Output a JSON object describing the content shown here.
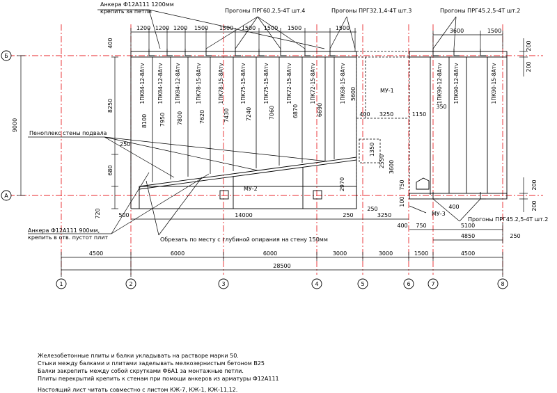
{
  "axes": {
    "columns": [
      "1",
      "2",
      "3",
      "4",
      "5",
      "6",
      "7",
      "8"
    ],
    "rows": [
      "Б",
      "А"
    ]
  },
  "dimensions": {
    "bottom_spans": [
      "4500",
      "6000",
      "6000",
      "3000",
      "3000",
      "1500",
      "4500"
    ],
    "total_length": "28500",
    "top_spacings": [
      "1200",
      "1200",
      "1200",
      "1500",
      "1500",
      "1500",
      "1500",
      "1500",
      "1500"
    ],
    "top_right": [
      "3600",
      "1500"
    ],
    "left_heights": [
      "9000",
      "8250",
      "680",
      "720",
      "400",
      "250"
    ],
    "plate_lengths": [
      "8100",
      "7950",
      "7800",
      "7620",
      "7430",
      "7240",
      "7060",
      "6870",
      "6690"
    ],
    "right_side": [
      "200",
      "200",
      "200",
      "200"
    ],
    "misc": [
      "5600",
      "3250",
      "1150",
      "400",
      "350",
      "1350",
      "2550",
      "3600",
      "750",
      "100",
      "250",
      "500",
      "14000",
      "250",
      "3250",
      "400",
      "750",
      "5100",
      "4850",
      "250",
      "2970",
      "400"
    ]
  },
  "slabs": [
    "1ПК84-12-8Атv",
    "1ПК84-12-8Атv",
    "1ПК84-12-8Атv",
    "1ПК78-15-8Атv",
    "1ПК78-15-8Атv",
    "1ПК75-15-8Атv",
    "1ПК75-15-8Атv",
    "1ПК72-15-8Атv",
    "1ПК72-15-8Атv",
    "1ПК68-15-8Атv"
  ],
  "slabs_right": [
    "1ПК90-12-8Атv",
    "1ПК90-12-8Атv",
    "1ПК90-15-8Атv"
  ],
  "labels": {
    "anchor_top_1": "Анкера Ф12А111 1200мм",
    "anchor_top_2": "крепить за петли",
    "purlin_1": "Прогоны ПРГ60.2,5-4Т шт.4",
    "purlin_2": "Прогоны ПРГ32.1,4-4Т шт.3",
    "purlin_3": "Прогоны ПРГ45.2,5-4Т шт.2",
    "purlin_4": "Прогоны ПРГ45.2,5-4Т шт.2",
    "penoplex": "Пеноплекс стены подвала",
    "mu1": "МУ-1",
    "mu2": "МУ-2",
    "mu3": "МУ-3",
    "anchor_bottom_1": "Анкера Ф12А111 900мм,",
    "anchor_bottom_2": "крепить в отв. пустот плит",
    "cut_note": "Обрезать по месту с глубиной опирания на стену 150мм"
  },
  "notes": [
    "Железобетонные плиты и балки укладывать на растворе марки 50.",
    "Стыки между балками и плитами заделывать мелкозернистым бетоном В25",
    "Балки закрепить между собой скрутками Ф6А1 за монтажные петли.",
    "Плиты перекрытий крепить к стенам при помощи анкеров из арматуры Ф12А111"
  ],
  "reference": "Настоящий лист читать совместно с листом КЖ-7, КЖ-1, КЖ-11,12."
}
